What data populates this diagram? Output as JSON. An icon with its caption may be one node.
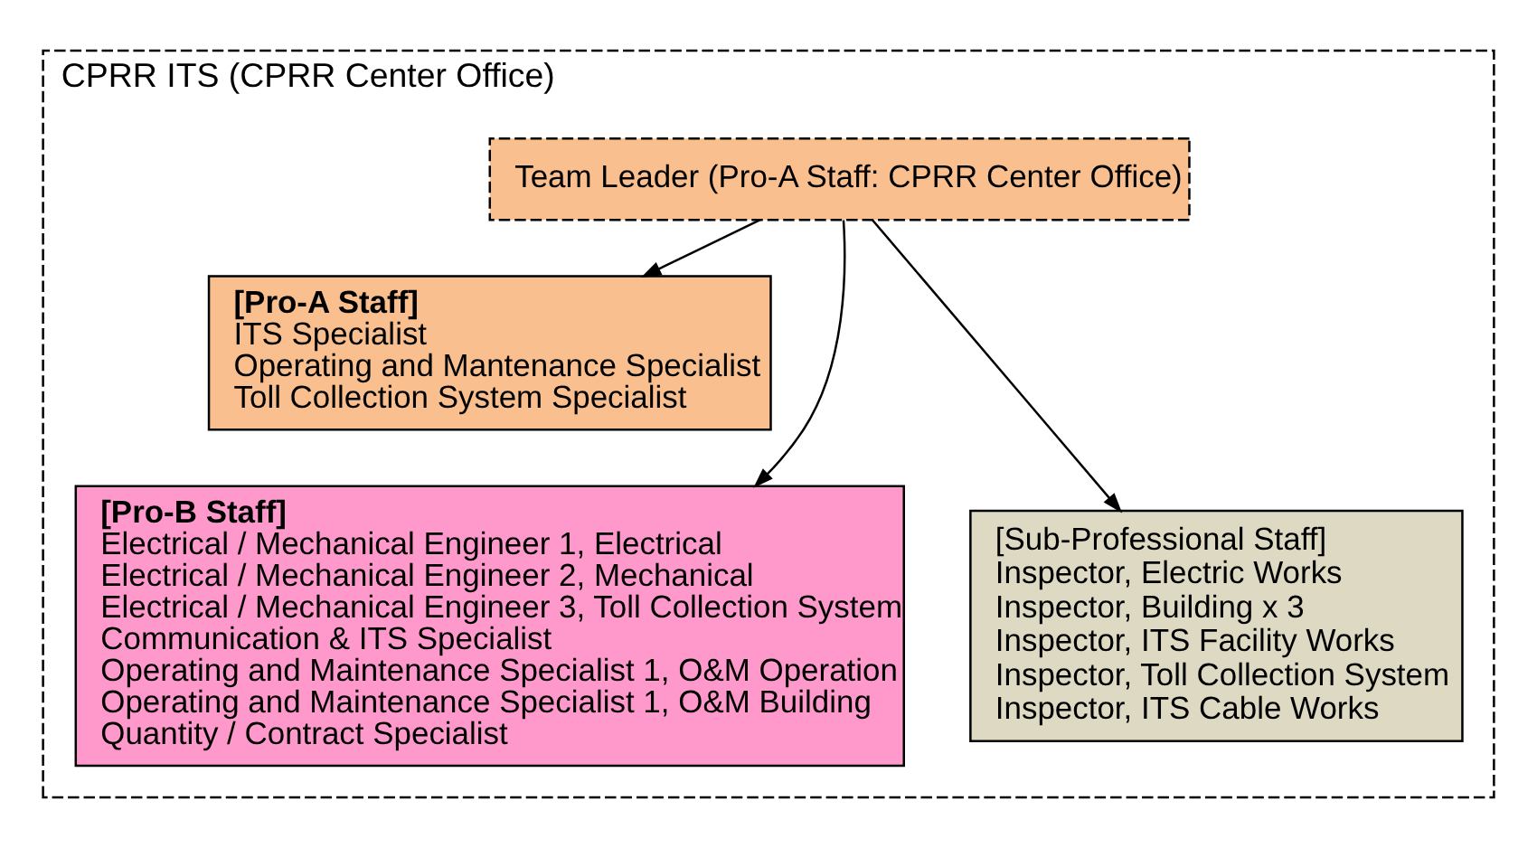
{
  "diagram": {
    "nodes": [
      {
        "text": [
          "CPRR ITS (CPRR Center Office)"
        ]
      },
      {
        "text": [
          "Team Leader (Pro-A Staff: CPRR Center Office)"
        ],
        "in": 0
      },
      {
        "text": [
          "[Pro-A Staff]",
          "ITS Specialist",
          "Operating and Mantenance Specialist",
          "Toll Collection System Specialist"
        ],
        "in": 0
      },
      {
        "text": [
          "[Pro-B Staff]",
          "Electrical / Mechanical Engineer 1, Electrical",
          "Electrical / Mechanical Engineer 2, Mechanical",
          "Electrical / Mechanical Engineer 3, Toll Collection System",
          "Communication & ITS Specialist",
          "Operating and Maintenance Specialist 1, O&M Operation",
          "Operating and Maintenance Specialist 1, O&M Building",
          "Quantity / Contract Specialist"
        ],
        "in": 0
      },
      {
        "text": [
          "[Sub-Professional Staff]",
          "Inspector, Electric Works",
          "Inspector, Building x 3",
          "Inspector, ITS Facility Works",
          "Inspector, Toll Collection System",
          "Inspector, ITS Cable Works"
        ],
        "in": 0
      }
    ],
    "edges": [
      {
        "from": 1,
        "to": 2,
        "arrow": "to"
      },
      {
        "from": 1,
        "to": 3,
        "arrow": "to"
      },
      {
        "from": 1,
        "to": 4,
        "arrow": "to"
      }
    ]
  }
}
